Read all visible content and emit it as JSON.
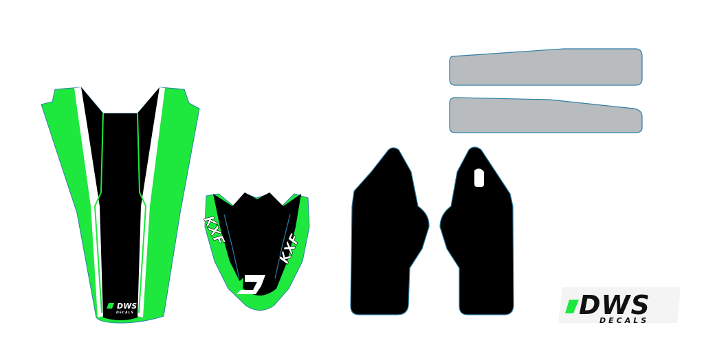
{
  "colors": {
    "green": "#1ee83e",
    "black": "#000000",
    "white": "#ffffff",
    "gray": "#b8bcbf",
    "outline": "#2e7fa6",
    "stripe_edge": "#3fc1e8"
  },
  "rear_fender": {
    "logo_main": "DWS",
    "logo_sub": "DECALS"
  },
  "front_fender": {
    "model_left": "KXF",
    "model_right": "KXF",
    "emblem_icon": "dws-d-emblem-icon"
  },
  "brand_logo": {
    "main": "DWS",
    "sub": "DECALS"
  }
}
